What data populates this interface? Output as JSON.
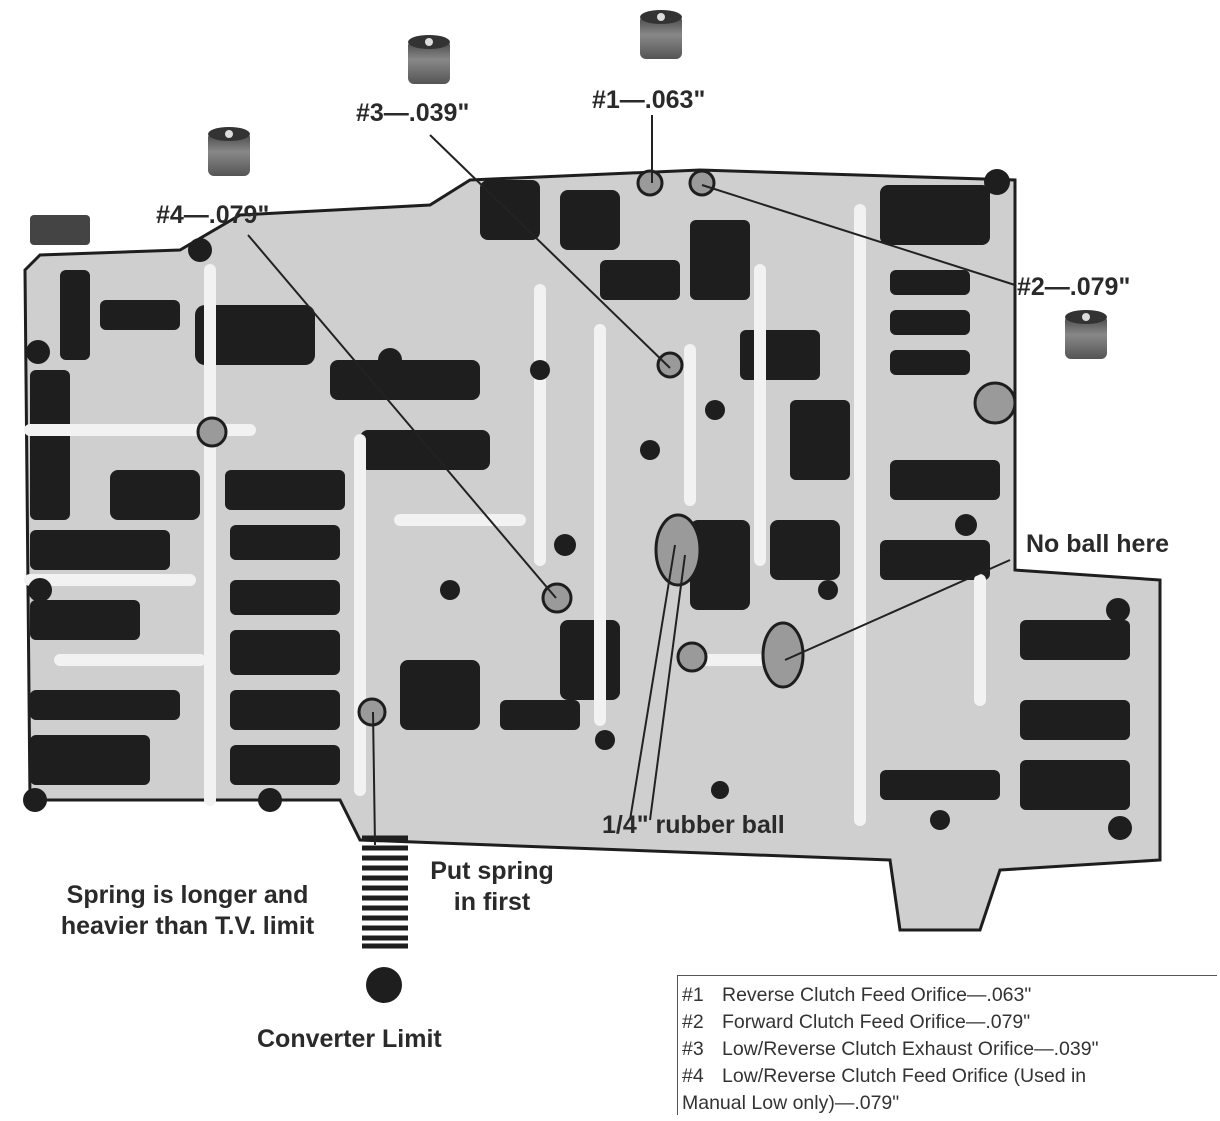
{
  "labels": {
    "orifice_3": "#3—.039\"",
    "orifice_1": "#1—.063\"",
    "orifice_4": "#4—.079\"",
    "orifice_2": "#2—.079\"",
    "no_ball": "No ball here",
    "rubber_ball": "1/4\" rubber ball",
    "put_spring": "Put spring in first",
    "spring_longer": "Spring is longer and heavier than T.V. limit",
    "converter_limit": "Converter Limit"
  },
  "legend": [
    {
      "num": "#1",
      "text": "Reverse Clutch Feed Orifice—.063\""
    },
    {
      "num": "#2",
      "text": "Forward Clutch Feed Orifice—.079\""
    },
    {
      "num": "#3",
      "text": "Low/Reverse Clutch Exhaust Orifice—.039\""
    },
    {
      "num": "#4",
      "text": "Low/Reverse Clutch Feed Orifice (Used in"
    },
    {
      "num": "",
      "text": "Manual Low only)—.079\""
    }
  ],
  "colors": {
    "body": "#cfcfcf",
    "channel_dark": "#1e1e1e",
    "channel_light": "#f2f2f2",
    "ink": "#2a2a2a"
  }
}
